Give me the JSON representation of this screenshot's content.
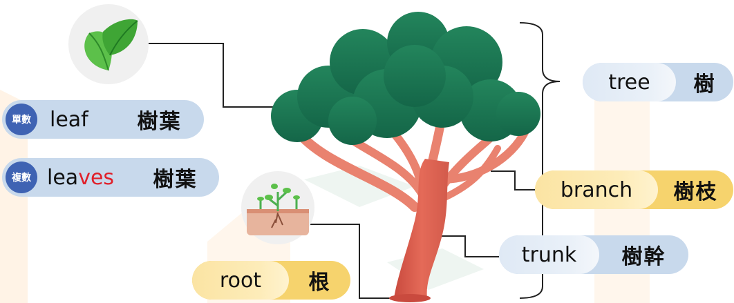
{
  "labels": {
    "tree": {
      "en": "tree",
      "zh": "樹"
    },
    "leaf": {
      "badge": "單數",
      "en": "leaf",
      "zh": "樹葉"
    },
    "leaves": {
      "badge": "複數",
      "en_plain": "lea",
      "en_red": "ves",
      "zh": "樹葉"
    },
    "branch": {
      "en": "branch",
      "zh": "樹枝"
    },
    "trunk": {
      "en": "trunk",
      "zh": "樹幹"
    },
    "root": {
      "en": "root",
      "zh": "根"
    }
  },
  "colors": {
    "blue_pill": "#c8d9ec",
    "yellow_pill": "#f6d36d",
    "badge": "#3f63b3",
    "highlight": "#e0202a",
    "foliage": "#1f7a55",
    "trunk": "#d8584a",
    "branch": "#e9826f"
  },
  "icons": [
    "leaf-icon",
    "sprout-soil-icon"
  ]
}
